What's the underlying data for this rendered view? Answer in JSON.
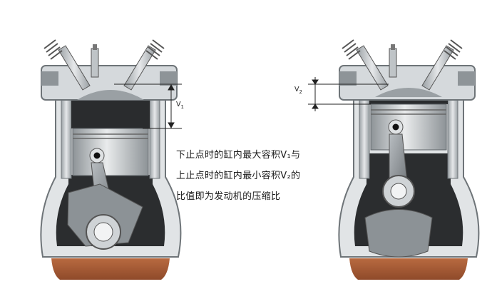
{
  "labels": {
    "v1": "V",
    "v1_sub": "1",
    "v2": "V",
    "v2_sub": "2"
  },
  "caption": {
    "line1": "下止点时的缸内最大容积V₁与",
    "line2": "上止点时的缸内最小容积V₂的",
    "line3": "比值即为发动机的压缩比"
  },
  "colors": {
    "body": "#cfd3d6",
    "body_dark": "#8e9498",
    "cylinder_outer": "#dfe2e4",
    "chamber_dark": "#2a2c2e",
    "piston": "#b9bec2",
    "oil": "#a85a35",
    "valve_black": "#111111",
    "dimension_line": "#222222"
  }
}
